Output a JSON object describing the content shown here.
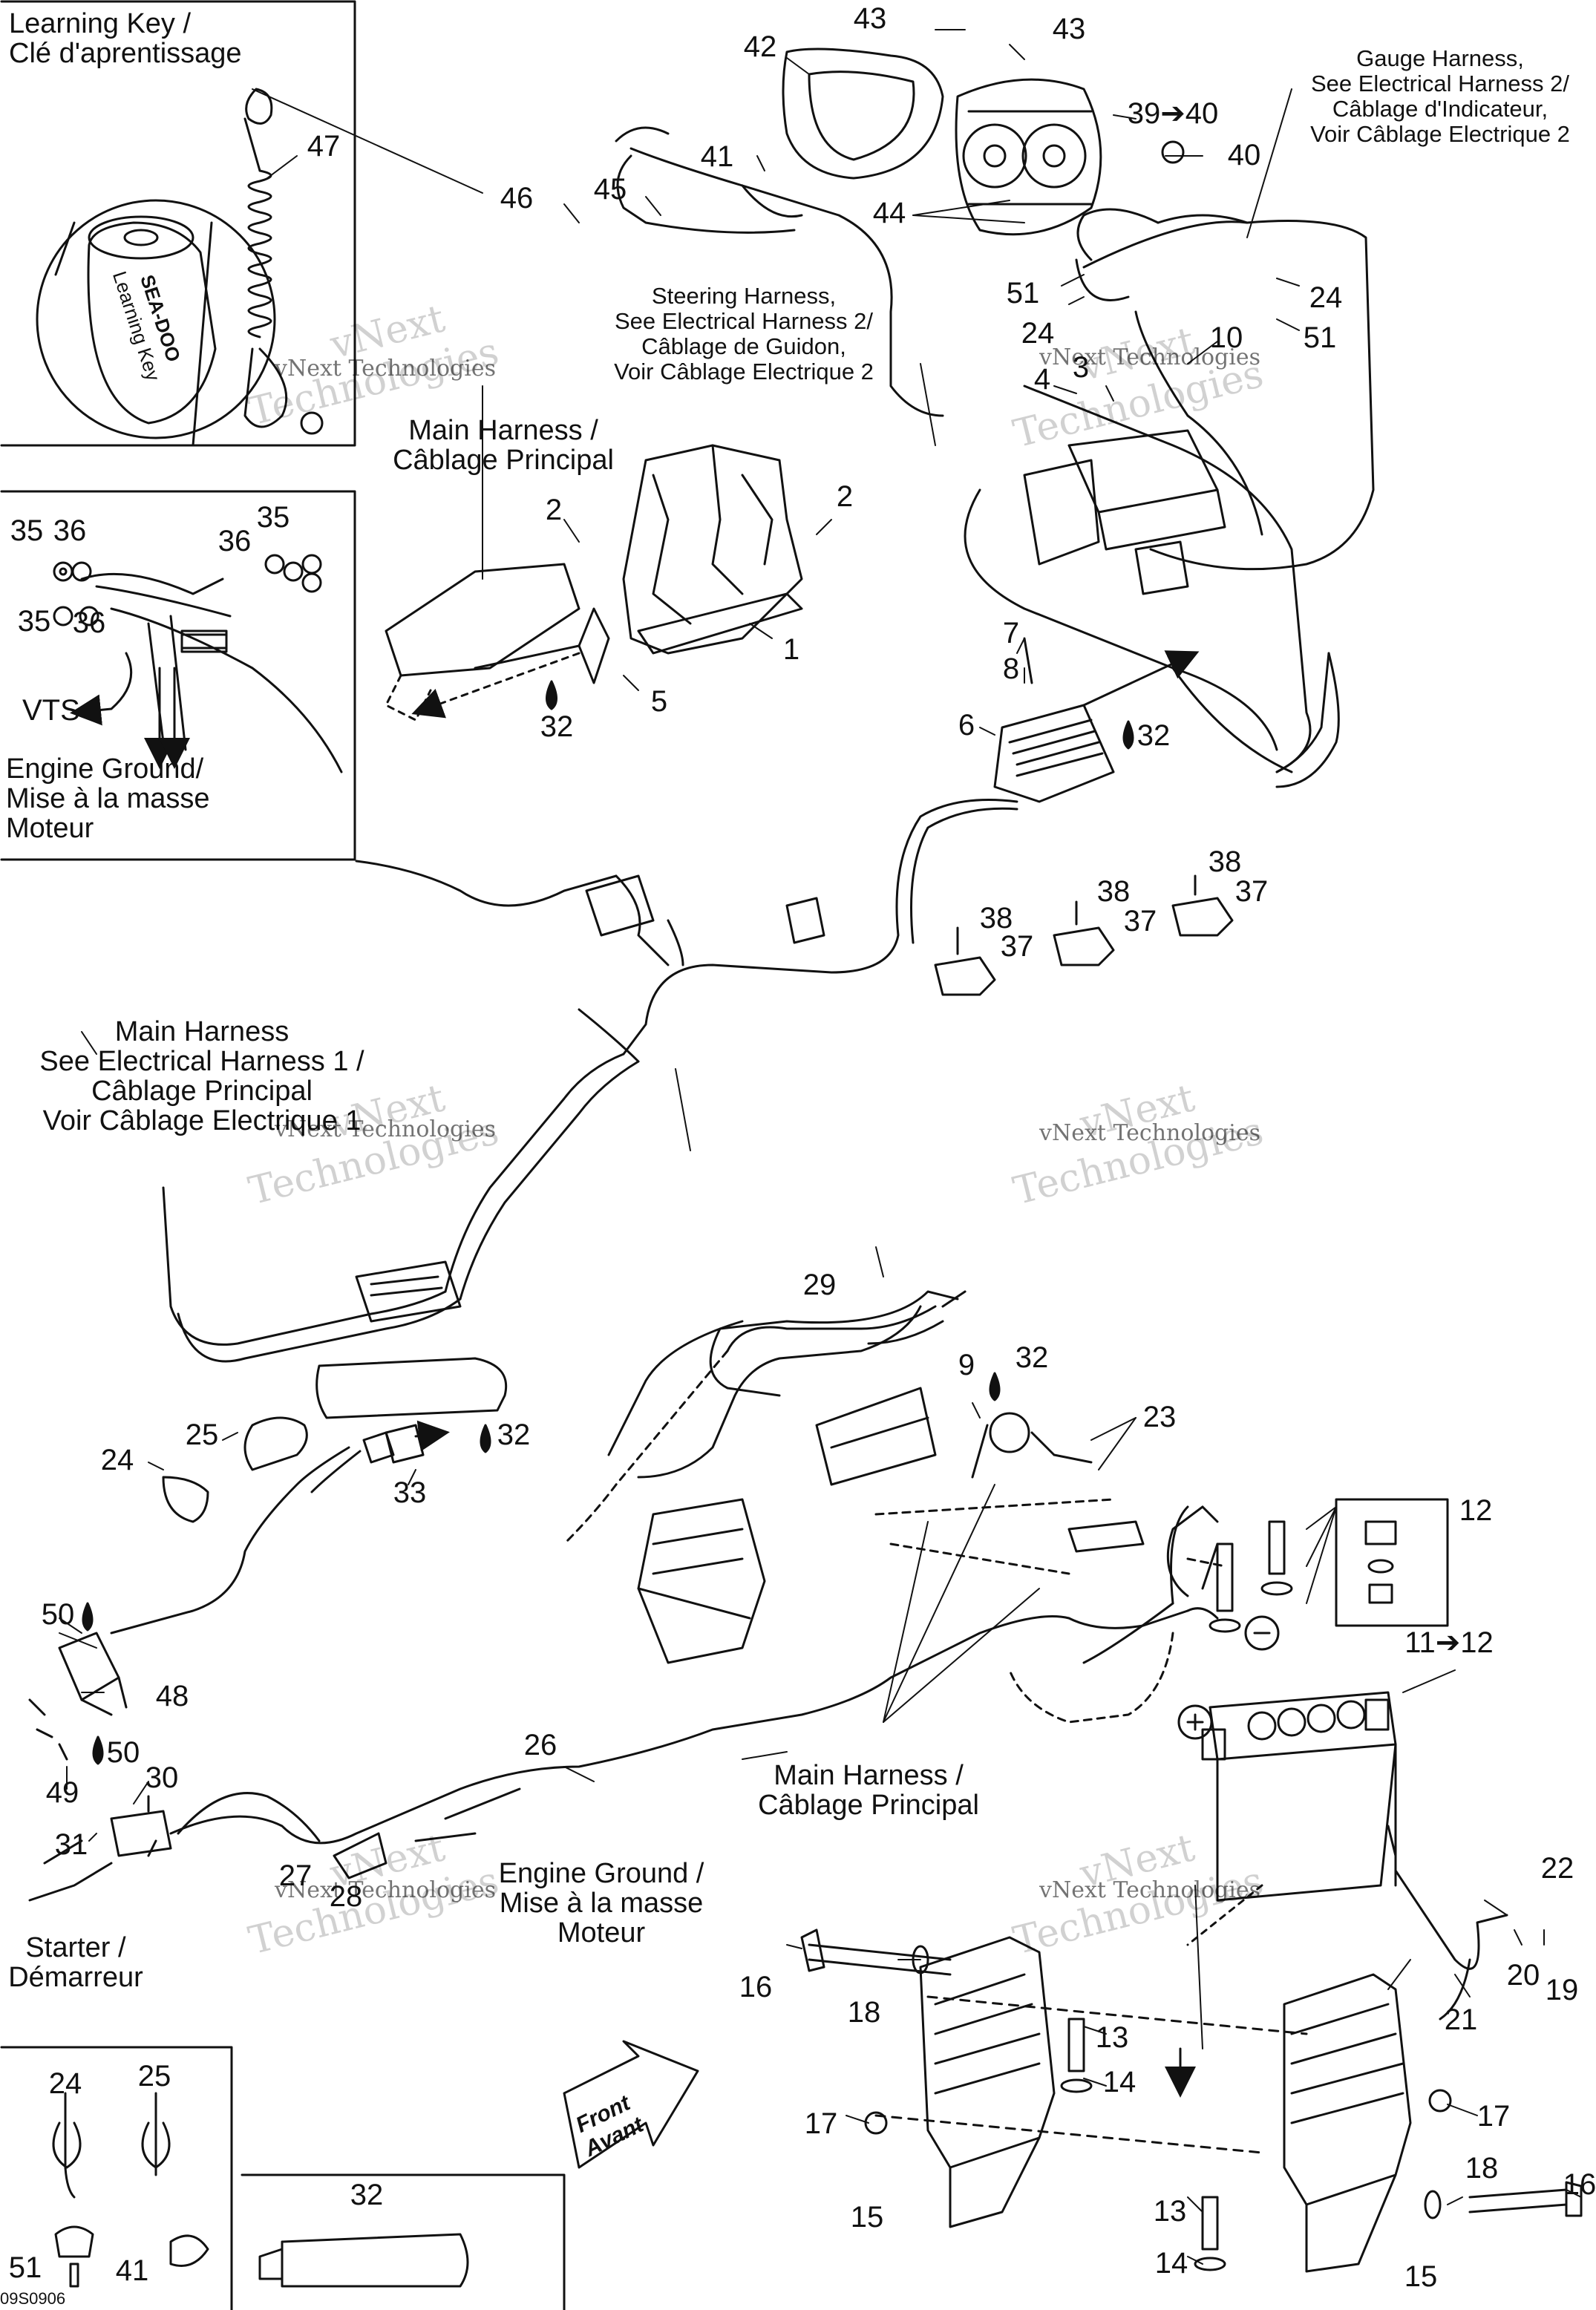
{
  "notes": {
    "learning_key": [
      "Learning Key /",
      "Clé d'aprentissage"
    ],
    "learning_key_body": [
      "SEA-DOO",
      "Learning Key"
    ],
    "main_harness_top": [
      "Main Harness /",
      "Câblage Principal"
    ],
    "steering_harness": [
      "Steering Harness,",
      "See Electrical Harness 2/",
      "Câblage de Guidon,",
      "Voir Câblage Electrique 2"
    ],
    "gauge_harness": [
      "Gauge Harness,",
      "See Electrical Harness 2/",
      "Câblage d'Indicateur,",
      "Voir Câblage Electrique 2"
    ],
    "vts": "VTS",
    "engine_ground_inset": [
      "Engine Ground/",
      "Mise à la masse",
      "Moteur"
    ],
    "main_harness_mid": [
      "Main Harness",
      "See Electrical Harness 1 /",
      "Câblage Principal",
      "Voir Câblage Electrique 1"
    ],
    "main_harness_bottom": [
      "Main Harness /",
      "Câblage Principal"
    ],
    "engine_ground_bottom": [
      "Engine Ground /",
      "Mise à la masse",
      "Moteur"
    ],
    "starter": [
      "Starter /",
      "Démarreur"
    ],
    "front": [
      "Front",
      "Avant"
    ],
    "drawing_code": "09S0906"
  },
  "watermarks": [
    "vNext",
    "Technologies",
    "vNext Technologies"
  ],
  "callouts": [
    {
      "id": "c43a",
      "text": "43"
    },
    {
      "id": "c43b",
      "text": "43"
    },
    {
      "id": "c42",
      "text": "42"
    },
    {
      "id": "c3940",
      "text": "39➔40"
    },
    {
      "id": "c40",
      "text": "40"
    },
    {
      "id": "c47",
      "text": "47"
    },
    {
      "id": "c41a",
      "text": "41"
    },
    {
      "id": "c46",
      "text": "46"
    },
    {
      "id": "c45",
      "text": "45"
    },
    {
      "id": "c44",
      "text": "44"
    },
    {
      "id": "c51a",
      "text": "51"
    },
    {
      "id": "c24a",
      "text": "24"
    },
    {
      "id": "c24b",
      "text": "24"
    },
    {
      "id": "c51b",
      "text": "51"
    },
    {
      "id": "c10",
      "text": "10"
    },
    {
      "id": "c4",
      "text": "4"
    },
    {
      "id": "c3",
      "text": "3"
    },
    {
      "id": "c2a",
      "text": "2"
    },
    {
      "id": "c2b",
      "text": "2"
    },
    {
      "id": "c1",
      "text": "1"
    },
    {
      "id": "c5",
      "text": "5"
    },
    {
      "id": "c32a",
      "text": "32"
    },
    {
      "id": "c7",
      "text": "7"
    },
    {
      "id": "c8",
      "text": "8"
    },
    {
      "id": "c6",
      "text": "6"
    },
    {
      "id": "c32b",
      "text": "32"
    },
    {
      "id": "c35a",
      "text": "35"
    },
    {
      "id": "c36a",
      "text": "36"
    },
    {
      "id": "c36b",
      "text": "36"
    },
    {
      "id": "c35b",
      "text": "35"
    },
    {
      "id": "c35c",
      "text": "35"
    },
    {
      "id": "c36c",
      "text": "36"
    },
    {
      "id": "c38a",
      "text": "38"
    },
    {
      "id": "c37a",
      "text": "37"
    },
    {
      "id": "c38b",
      "text": "38"
    },
    {
      "id": "c37b",
      "text": "37"
    },
    {
      "id": "c38c",
      "text": "38"
    },
    {
      "id": "c37c",
      "text": "37"
    },
    {
      "id": "c29",
      "text": "29"
    },
    {
      "id": "c9",
      "text": "9"
    },
    {
      "id": "c32c",
      "text": "32"
    },
    {
      "id": "c23",
      "text": "23"
    },
    {
      "id": "c25a",
      "text": "25"
    },
    {
      "id": "c24c",
      "text": "24"
    },
    {
      "id": "c32d",
      "text": "32"
    },
    {
      "id": "c33",
      "text": "33"
    },
    {
      "id": "c12",
      "text": "12"
    },
    {
      "id": "c50a",
      "text": "50"
    },
    {
      "id": "c48",
      "text": "48"
    },
    {
      "id": "c1112",
      "text": "11➔12"
    },
    {
      "id": "c50b",
      "text": "50"
    },
    {
      "id": "c49",
      "text": "49"
    },
    {
      "id": "c30",
      "text": "30"
    },
    {
      "id": "c31",
      "text": "31"
    },
    {
      "id": "c26",
      "text": "26"
    },
    {
      "id": "c27",
      "text": "27"
    },
    {
      "id": "c28",
      "text": "28"
    },
    {
      "id": "c22",
      "text": "22"
    },
    {
      "id": "c20",
      "text": "20"
    },
    {
      "id": "c19",
      "text": "19"
    },
    {
      "id": "c21",
      "text": "21"
    },
    {
      "id": "c16a",
      "text": "16"
    },
    {
      "id": "c18a",
      "text": "18"
    },
    {
      "id": "c13a",
      "text": "13"
    },
    {
      "id": "c14a",
      "text": "14"
    },
    {
      "id": "c17a",
      "text": "17"
    },
    {
      "id": "c17b",
      "text": "17"
    },
    {
      "id": "c18b",
      "text": "18"
    },
    {
      "id": "c16b",
      "text": "16"
    },
    {
      "id": "c13b",
      "text": "13"
    },
    {
      "id": "c14b",
      "text": "14"
    },
    {
      "id": "c15a",
      "text": "15"
    },
    {
      "id": "c15b",
      "text": "15"
    },
    {
      "id": "c24d",
      "text": "24"
    },
    {
      "id": "c25b",
      "text": "25"
    },
    {
      "id": "c32e",
      "text": "32"
    },
    {
      "id": "c51c",
      "text": "51"
    },
    {
      "id": "c41b",
      "text": "41"
    }
  ]
}
